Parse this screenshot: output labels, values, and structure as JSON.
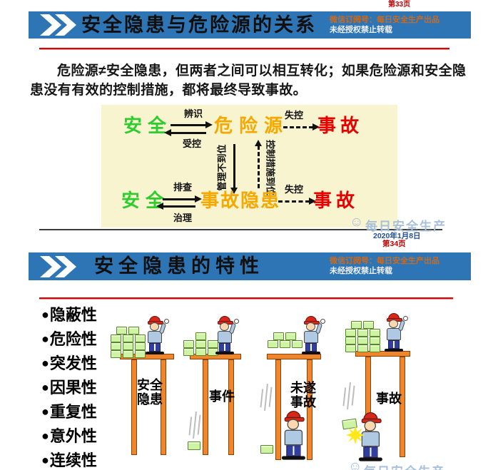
{
  "colors": {
    "banner_blue": "#2E75B6",
    "divider_red": "#E10000",
    "safe_green": "#2ECC2E",
    "hazard_orange": "#F7A800",
    "accident_red": "#E80000",
    "diagram_bg": "#F8F4CF",
    "table_orange": "#F0862B",
    "brick_green": "#CDF3A3",
    "watermark_blue": "#A9C0DA"
  },
  "top": {
    "page_label": "第33页"
  },
  "slide1": {
    "banner": {
      "title": "安全隐患与危险源的关系",
      "watermark_line1": "微信订阅号：每日安全生产出品",
      "watermark_line2": "未经授权禁止转载"
    },
    "paragraph": "危险源≠安全隐患，但两者之间可以相互转化；如果危险源和安全隐患没有有效的控制措施，都将最终导致事故。",
    "diagram": {
      "row1": {
        "left": "安全",
        "arrow_top_label": "辨识",
        "arrow_bottom_label": "受控",
        "center": "危险源",
        "dashed_label": "失控",
        "right": "事故"
      },
      "vertical_left": "管理不到位",
      "vertical_right": "控制措施到位",
      "row2": {
        "left": "安全",
        "arrow_top_label": "排查",
        "arrow_bottom_label": "治理",
        "center": "事故隐患",
        "dashed_label": "失控",
        "right": "事故"
      }
    },
    "footer": {
      "logo_glyph": "☺",
      "brand": "每日安全生产",
      "date": "2020年1月8日",
      "page_label": "第34页"
    }
  },
  "slide2": {
    "banner": {
      "title": "安全隐患的特性",
      "watermark_line1": "微信订阅号：每日安全生产出品",
      "watermark_line2": "未经授权禁止转载"
    },
    "bullet_glyph": "●",
    "bullets": [
      "隐蔽性",
      "危险性",
      "突发性",
      "因果性",
      "重复性",
      "意外性",
      "连续性"
    ],
    "scenes": [
      {
        "label": "安全隐患"
      },
      {
        "label": "事件"
      },
      {
        "label": "未遂事故"
      },
      {
        "label": "事故"
      }
    ],
    "footer": {
      "logo_glyph": "☺",
      "brand": "每日安全生产"
    }
  }
}
